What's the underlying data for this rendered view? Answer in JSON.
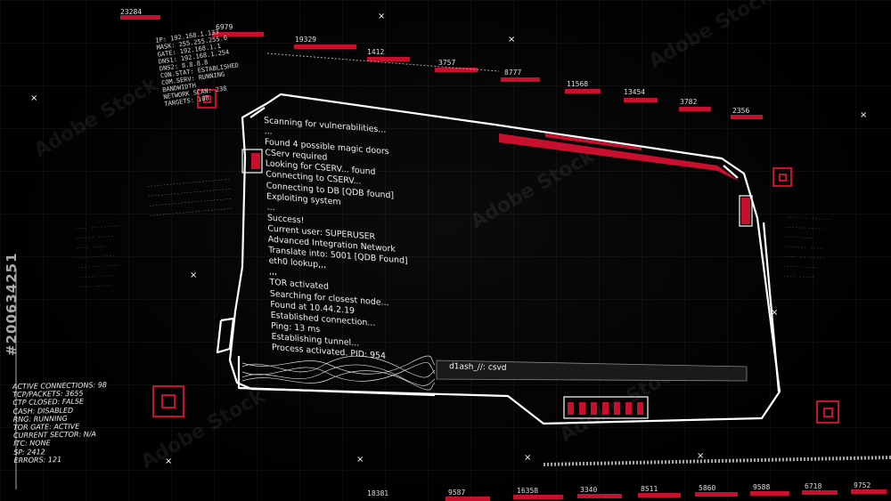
{
  "numbers": [
    "23284",
    "6979",
    "19329",
    "1412",
    "3757",
    "8777",
    "11568",
    "13454",
    "3782",
    "2356",
    "18381",
    "9587",
    "16358",
    "3340",
    "8511",
    "5860",
    "9588",
    "6718",
    "9752"
  ],
  "network_info": [
    "IP: 192.168.1.133",
    "MASK: 255.255.255.0",
    "GATE: 192.168.1.1",
    "DNS1: 192.168.1.254",
    "DNS2: 8.8.8.8",
    "CON.STAT: ESTABLISHED",
    "COM.SERV: RUNNING",
    "BANDWIDTH",
    "NETWORK SCAN: 238",
    "TARGETS: 108"
  ],
  "terminal": {
    "lines": [
      "Scanning for vulnerabilities...",
      "...",
      "Found 4 possible magic doors",
      "CServ required",
      "Looking for CSERV... found",
      "Connecting to CSERV...",
      "Connecting to DB [QDB found]",
      "Exploiting system",
      "...",
      "Success!",
      "Current user: SUPERUSER",
      "Advanced Integration Network",
      "Translate into: 5001 [QDB Found]",
      "eth0 lookup,,,",
      ",,,",
      "TOR activated",
      "Searching for closest node...",
      "Found at 10.44.2.19",
      "Established connection...",
      "Ping: 13 ms",
      "Establishing tunnel...",
      "Process activated. PID: 954"
    ],
    "prompt": "d1ash_//: csvd"
  },
  "status": [
    "ACTIVE CONNECTIONS: 98",
    "TCP/PACKETS: 3655",
    "CTP CLOSED: FALSE",
    "CASH: DISABLED",
    "RNG: RUNNING",
    "TOR GATE: ACTIVE",
    "CURRENT SECTOR: N/A",
    "ITC: NONE",
    "SP: 2412",
    "ERRORS: 121"
  ],
  "watermark": {
    "id": "#200634251",
    "brand": "Adobe Stock"
  },
  "colors": {
    "accent": "#c8102e",
    "line": "#ffffff",
    "background": "#000000"
  }
}
